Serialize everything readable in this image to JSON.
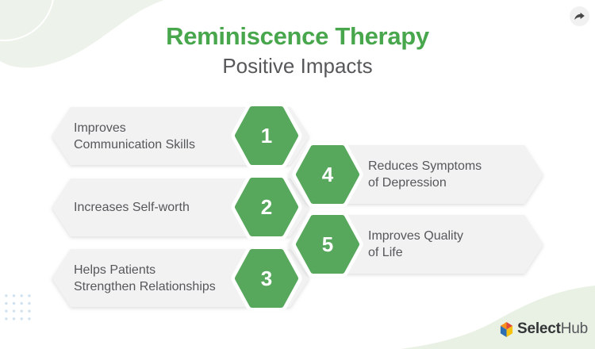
{
  "header": {
    "title": "Reminiscence Therapy",
    "subtitle": "Positive Impacts"
  },
  "items": [
    {
      "number": "1",
      "lines": [
        "Improves",
        "Communication Skills"
      ]
    },
    {
      "number": "2",
      "lines": [
        "Increases Self-worth"
      ]
    },
    {
      "number": "3",
      "lines": [
        "Helps Patients",
        "Strengthen Relationships"
      ]
    },
    {
      "number": "4",
      "lines": [
        "Reduces Symptoms",
        "of Depression"
      ]
    },
    {
      "number": "5",
      "lines": [
        "Improves Quality",
        "of Life"
      ]
    }
  ],
  "brand": {
    "name_bold": "Select",
    "name_light": "Hub"
  },
  "icons": {
    "share": "share-arrow-icon",
    "logo_cube": "selecthub-cube-icon"
  },
  "colors": {
    "title_green": "#48a64d",
    "hexagon_green": "#57a75c",
    "banner_gray": "#f2f2f2",
    "text_gray": "#56575a",
    "blob_green": "#edf3ea",
    "dots_blue": "#cfe1ee"
  }
}
